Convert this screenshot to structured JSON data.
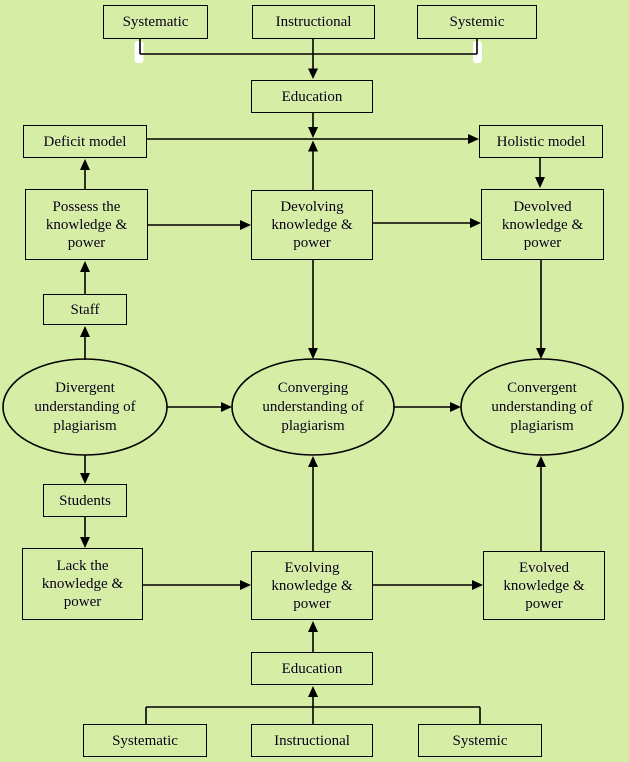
{
  "colors": {
    "background": "#d6eda6",
    "line": "#000000",
    "text": "#000000",
    "highlight": "#ffffff"
  },
  "nodes": {
    "top_systematic": {
      "label": "Systematic"
    },
    "top_instructional": {
      "label": "Instructional"
    },
    "top_systemic": {
      "label": "Systemic"
    },
    "education_top": {
      "label": "Education"
    },
    "deficit_model": {
      "label": "Deficit model"
    },
    "holistic_model": {
      "label": "Holistic model"
    },
    "possess": {
      "label": "Possess the knowledge & power"
    },
    "devolving": {
      "label": "Devolving knowledge & power"
    },
    "devolved": {
      "label": "Devolved knowledge & power"
    },
    "staff": {
      "label": "Staff"
    },
    "divergent": {
      "label": "Divergent understanding of plagiarism"
    },
    "converging": {
      "label": "Converging understanding of plagiarism"
    },
    "convergent": {
      "label": "Convergent understanding of plagiarism"
    },
    "students": {
      "label": "Students"
    },
    "lack": {
      "label": "Lack the knowledge & power"
    },
    "evolving": {
      "label": "Evolving knowledge & power"
    },
    "evolved": {
      "label": "Evolved knowledge & power"
    },
    "education_bottom": {
      "label": "Education"
    },
    "bottom_systematic": {
      "label": "Systematic"
    },
    "bottom_instructional": {
      "label": "Instructional"
    },
    "bottom_systemic": {
      "label": "Systemic"
    }
  }
}
